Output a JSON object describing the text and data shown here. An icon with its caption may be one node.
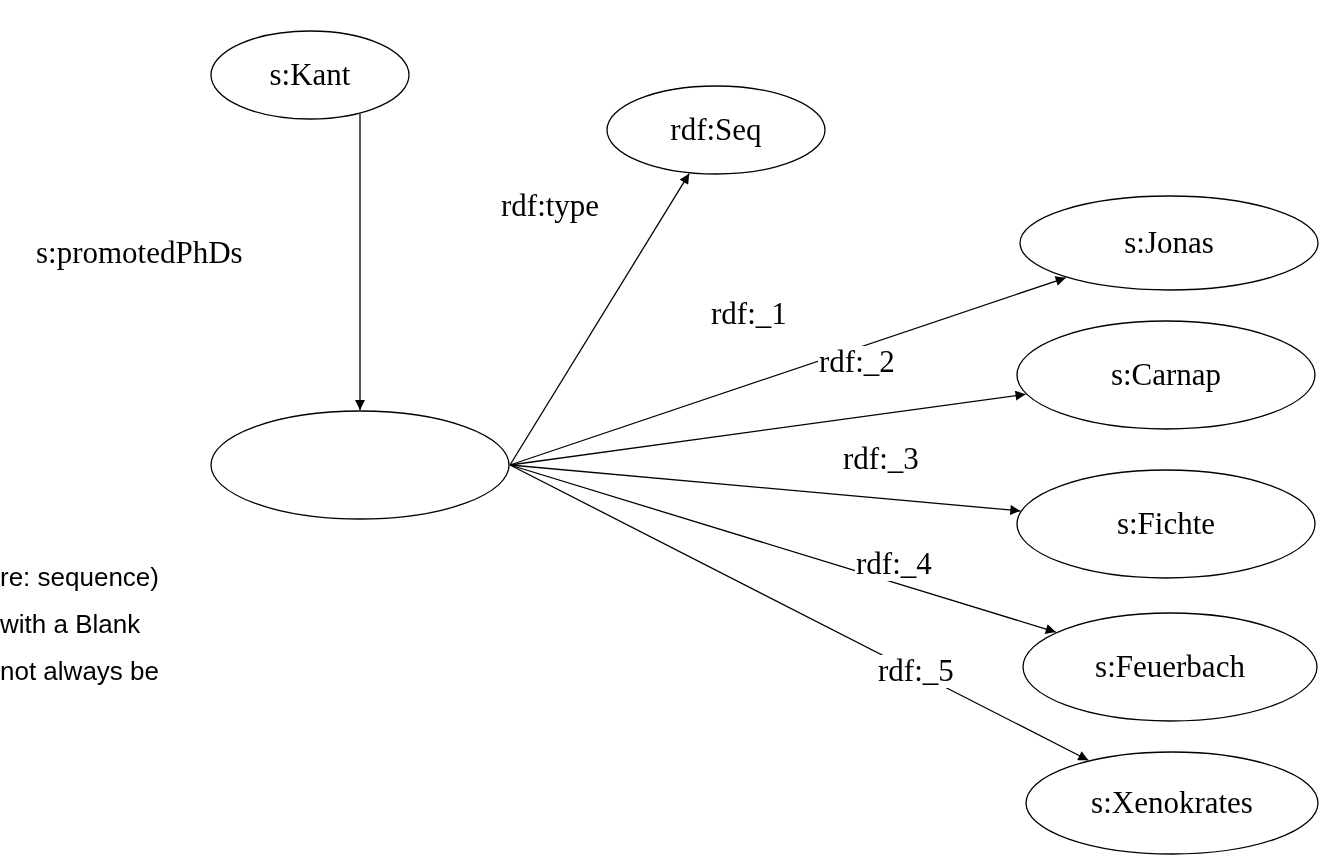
{
  "diagram": {
    "nodes": [
      {
        "text": [
          "s:Kant"
        ]
      },
      {
        "text": [
          "rdf:Seq"
        ]
      },
      {
        "text": [],
        "shape": "ellipse"
      },
      {
        "text": [
          "s:Jonas"
        ]
      },
      {
        "text": [
          "s:Carnap"
        ]
      },
      {
        "text": [
          "s:Fichte"
        ]
      },
      {
        "text": [
          "s:Feuerbach"
        ]
      },
      {
        "text": [
          "s:Xenokrates"
        ]
      }
    ],
    "edges": [
      {
        "from": 0,
        "to": 2,
        "arrow": "to",
        "label": "s:promotedPhDs"
      },
      {
        "from": 2,
        "to": 1,
        "arrow": "to",
        "label": "rdf:type"
      },
      {
        "from": 2,
        "to": 3,
        "arrow": "to",
        "label": "rdf:_1"
      },
      {
        "from": 2,
        "to": 4,
        "arrow": "to",
        "label": "rdf:_2"
      },
      {
        "from": 2,
        "to": 5,
        "arrow": "to",
        "label": "rdf:_3"
      },
      {
        "from": 2,
        "to": 6,
        "arrow": "to",
        "label": "rdf:_4"
      },
      {
        "from": 2,
        "to": 7,
        "arrow": "to",
        "label": "rdf:_5"
      }
    ],
    "labels": [
      "re: sequence)",
      "with a Blank",
      "not always be"
    ]
  }
}
